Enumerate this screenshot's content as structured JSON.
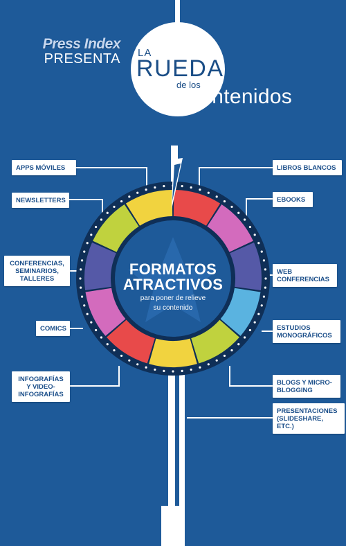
{
  "brand": {
    "logo": "Press Index",
    "presents": "PRESENTA"
  },
  "title": {
    "la": "LA",
    "rueda": "RUEDA",
    "de_los": "de los",
    "contenidos": "contenidos"
  },
  "center": {
    "line1": "FORMATOS",
    "line2": "ATRACTIVOS",
    "sub1": "para poner de relieve",
    "sub2": "su contenido"
  },
  "labels_left": [
    "APPS MÓVILES",
    "NEWSLETTERS",
    "CONFERENCIAS, SEMINARIOS, TALLERES",
    "COMICS",
    "INFOGRAFÍAS Y VIDEO-INFOGRAFÍAS"
  ],
  "labels_right": [
    "LIBROS BLANCOS",
    "EBOOKS",
    "WEB CONFERENCIAS",
    "ESTUDIOS MONOGRÁFICOS",
    "BLOGS Y MICRO-BLOGGING",
    "PRESENTACIONES (SLIDESHARE, ETC.)"
  ],
  "colors": {
    "background": "#1e5a99",
    "wheel_rim": "#0f2f57",
    "wheel_center": "#1e5a99",
    "segments": [
      "#e84a4a",
      "#d36bbd",
      "#5559a7",
      "#5ab3e0",
      "#c0d23e",
      "#f1d33f",
      "#e84a4a",
      "#d36bbd",
      "#5559a7",
      "#c0d23e",
      "#f1d33f"
    ]
  }
}
